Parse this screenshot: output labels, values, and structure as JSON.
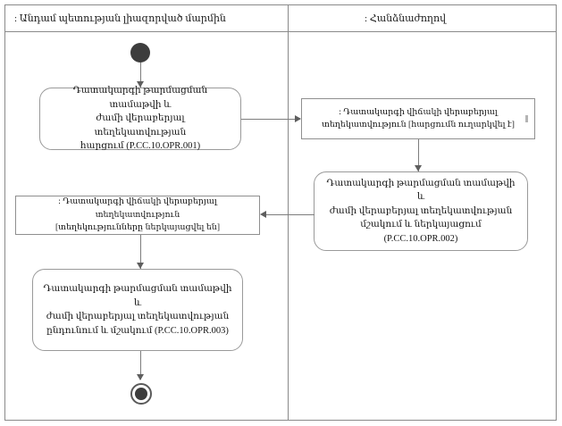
{
  "diagram": {
    "lanes": [
      {
        "id": "member-state",
        "title": ": Անդամ պետության լիազորված մարմին"
      },
      {
        "id": "commission",
        "title": ": Հանձնաժողով"
      }
    ],
    "nodes": {
      "initial": {
        "label": ""
      },
      "activity_opr_001": {
        "line1": "Դատակարգի թարմացման տամաթվի և",
        "line2": "ժամի վերաբերյալ տեղեկատվության",
        "line3": "հարցում (P.CC.10.OPR.001)"
      },
      "object_request_sent": {
        "line1": ": Դատակարգի վիճակի վերաբերյալ",
        "line2": "տեղեկատվություն [հարցումն ուղարկվել է]"
      },
      "activity_opr_002": {
        "line1": "Դատակարգի թարմացման տամաթվի և",
        "line2": "ժամի վերաբերյալ տեղեկատվության",
        "line3": "մշակում և ներկայացում (P.CC.10.OPR.002)"
      },
      "object_info_presented": {
        "line1": ": Դատակարգի վիճակի վերաբերյալ տեղեկատվություն",
        "line2": "[տեղեկությունները ներկայացվել են]"
      },
      "activity_opr_003": {
        "line1": "Դատակարգի թարմացման տամաթվի և",
        "line2": "ժամի վերաբերյալ տեղեկատվության",
        "line3": "ընդունում և մշակում (P.CC.10.OPR.003)"
      },
      "final": {
        "label": ""
      }
    },
    "colors": {
      "frame": "#8a8a8a",
      "node_border": "#9a9a9a",
      "edge": "#7d7d7d",
      "control_node": "#3d3d3d",
      "text": "#141414",
      "background": "#ffffff"
    }
  }
}
